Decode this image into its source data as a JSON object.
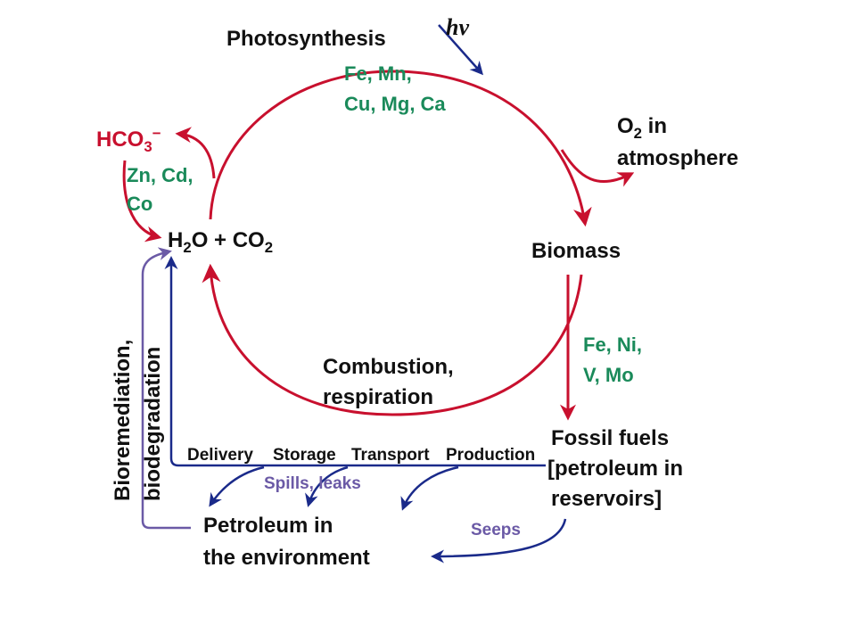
{
  "colors": {
    "cycle_red": "#c8102e",
    "metal_green": "#1a8a5a",
    "process_navy": "#1a2a8a",
    "label_purple": "#6b5aa6"
  },
  "labels": {
    "photosynthesis": "Photosynthesis",
    "hv": "hν",
    "photo_metals_1": "Fe, Mn,",
    "photo_metals_2": "Cu, Mg, Ca",
    "o2_a": "O",
    "o2_sub": "2",
    "o2_b": " in",
    "o2_line2": "atmosphere",
    "hco3_a": "HCO",
    "hco3_sub": "3",
    "hco3_sup": "−",
    "carbonate_metals_1": "Zn, Cd,",
    "carbonate_metals_2": "Co",
    "water_h": "H",
    "water_sub": "2",
    "water_o": "O + CO",
    "co2_sub": "2",
    "biomass": "Biomass",
    "fossil_metals_1": "Fe, Ni,",
    "fossil_metals_2": "V, Mo",
    "combustion_1": "Combustion,",
    "combustion_2": "respiration",
    "fossil_1": "Fossil fuels",
    "fossil_2": "[petroleum in",
    "fossil_3": "reservoirs]",
    "delivery": "Delivery",
    "storage": "Storage",
    "transport": "Transport",
    "production": "Production",
    "spills": "Spills, leaks",
    "seeps": "Seeps",
    "petroleum_1": "Petroleum in",
    "petroleum_2": "the environment",
    "bioremediation": "Bioremediation,",
    "biodegradation": "biodegradation"
  }
}
